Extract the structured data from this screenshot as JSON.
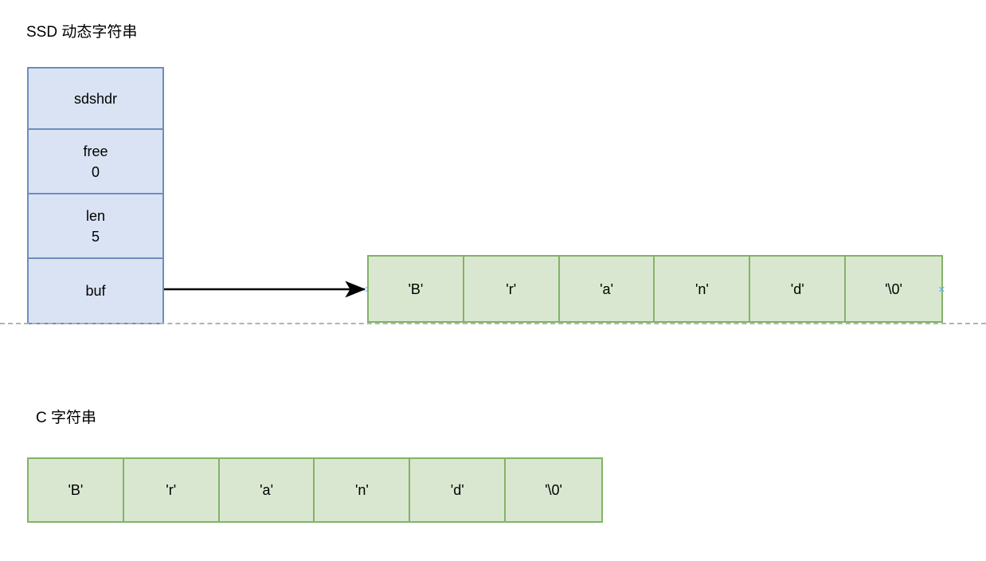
{
  "diagram": {
    "sds_section": {
      "title": "SSD 动态字符串",
      "struct": {
        "name": "sdshdr",
        "fields": [
          {
            "label": "free",
            "value": "0"
          },
          {
            "label": "len",
            "value": "5"
          },
          {
            "label": "buf",
            "value": ""
          }
        ]
      },
      "buffer": {
        "cells": [
          "'B'",
          "'r'",
          "'a'",
          "'n'",
          "'d'",
          "'\\0'"
        ]
      },
      "pointer": {
        "from": "buf",
        "to": "buffer-first-cell",
        "arrowhead": "filled-triangle"
      },
      "endpoint_marker_glyph": "×"
    },
    "c_section": {
      "title": "C 字符串",
      "array": {
        "cells": [
          "'B'",
          "'r'",
          "'a'",
          "'n'",
          "'d'",
          "'\\0'"
        ]
      }
    },
    "colors": {
      "struct_fill": "#dae3f3",
      "struct_border": "#6c8ebf",
      "cell_fill": "#d9e7d0",
      "cell_border": "#82b366",
      "arrow": "#000000",
      "endpoint_marker": "#66b2e8",
      "divider": "#b3b3b3",
      "background": "#ffffff"
    }
  }
}
